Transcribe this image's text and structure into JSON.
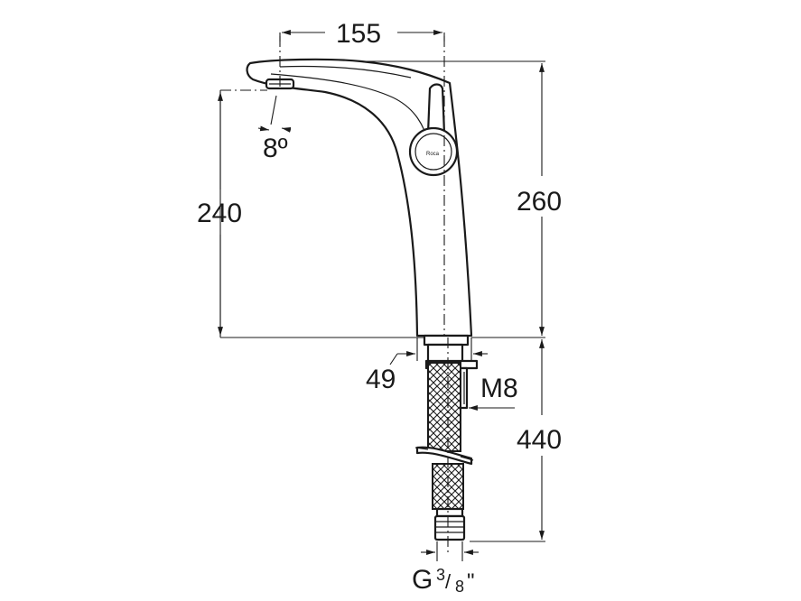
{
  "dimensions": {
    "spout_reach": "155",
    "spout_height": "240",
    "total_height": "260",
    "spout_angle": "8º",
    "base_diameter": "49",
    "fixing_stud": "M8",
    "hose_length": "440",
    "connection_thread": "G",
    "thread_fraction": "3/8",
    "thread_numerator": "3",
    "thread_denominator": "8",
    "thread_inch_mark": "\""
  },
  "brand_mark": "Roca"
}
